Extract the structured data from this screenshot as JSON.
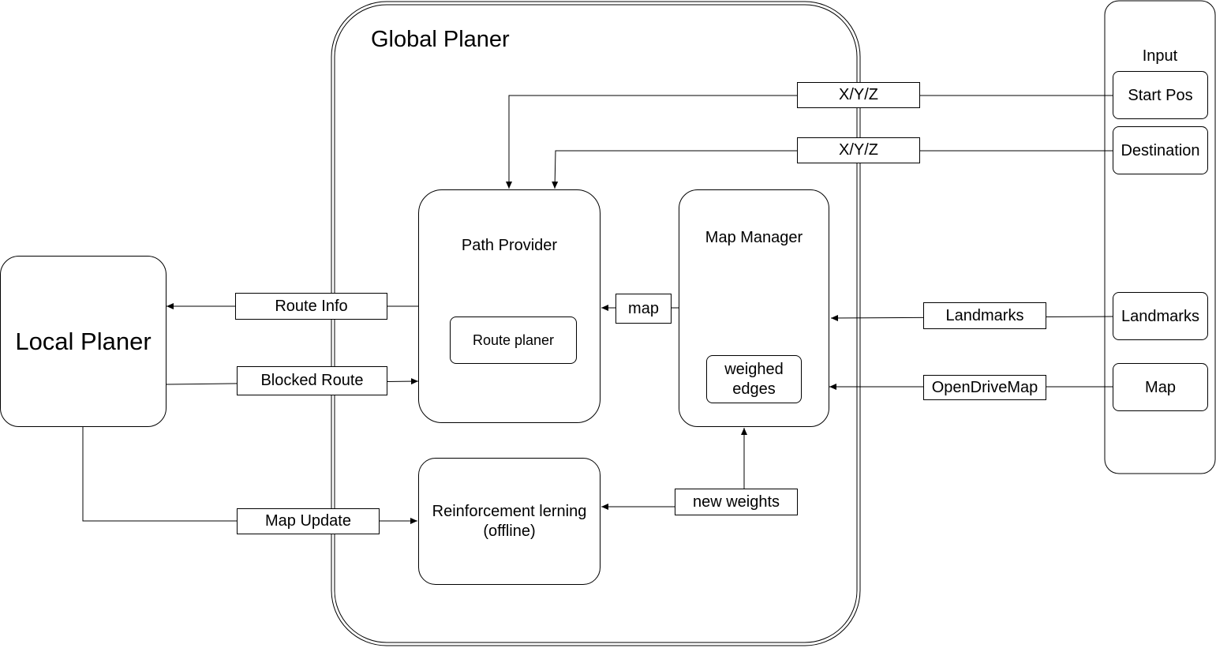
{
  "global_planer": {
    "title": "Global Planer"
  },
  "local_planer": {
    "title": "Local Planer"
  },
  "input": {
    "title": "Input",
    "items": [
      "Start Pos",
      "Destination",
      "Landmarks",
      "Map"
    ]
  },
  "path_provider": {
    "title": "Path Provider",
    "inner": "Route planer"
  },
  "map_manager": {
    "title": "Map Manager",
    "inner": "weighed\nedges"
  },
  "reinforcement": {
    "title": "Reinforcement lerning\n(offline)"
  },
  "edges": {
    "start_xyz": "X/Y/Z",
    "dest_xyz": "X/Y/Z",
    "map": "map",
    "landmarks": "Landmarks",
    "opendrive": "OpenDriveMap",
    "route_info": "Route Info",
    "blocked_route": "Blocked Route",
    "map_update": "Map Update",
    "new_weights": "new weights"
  }
}
